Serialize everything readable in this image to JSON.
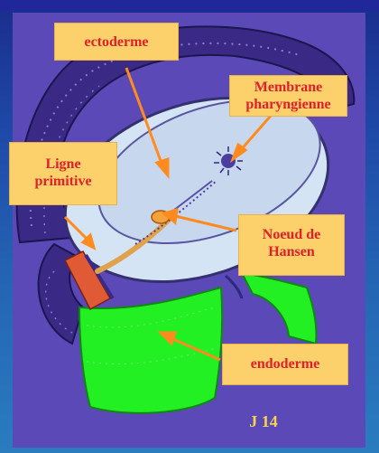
{
  "labels": {
    "ectoderme": "ectoderme",
    "membrane_line1": "Membrane",
    "membrane_line2": "pharyngienne",
    "ligne_line1": "Ligne",
    "ligne_line2": "primitive",
    "noeud_line1": "Noeud de",
    "noeud_line2": "Hansen",
    "endoderme": "endoderme"
  },
  "stage": "J 14",
  "colors": {
    "background": "#1f4aa8",
    "panel": "#5a49b6",
    "label_fill": "#fcd06a",
    "label_text": "#e0202a",
    "arrow": "#ff8a1e",
    "endoderm": "#22f022",
    "stage_text": "#f7d34e"
  }
}
